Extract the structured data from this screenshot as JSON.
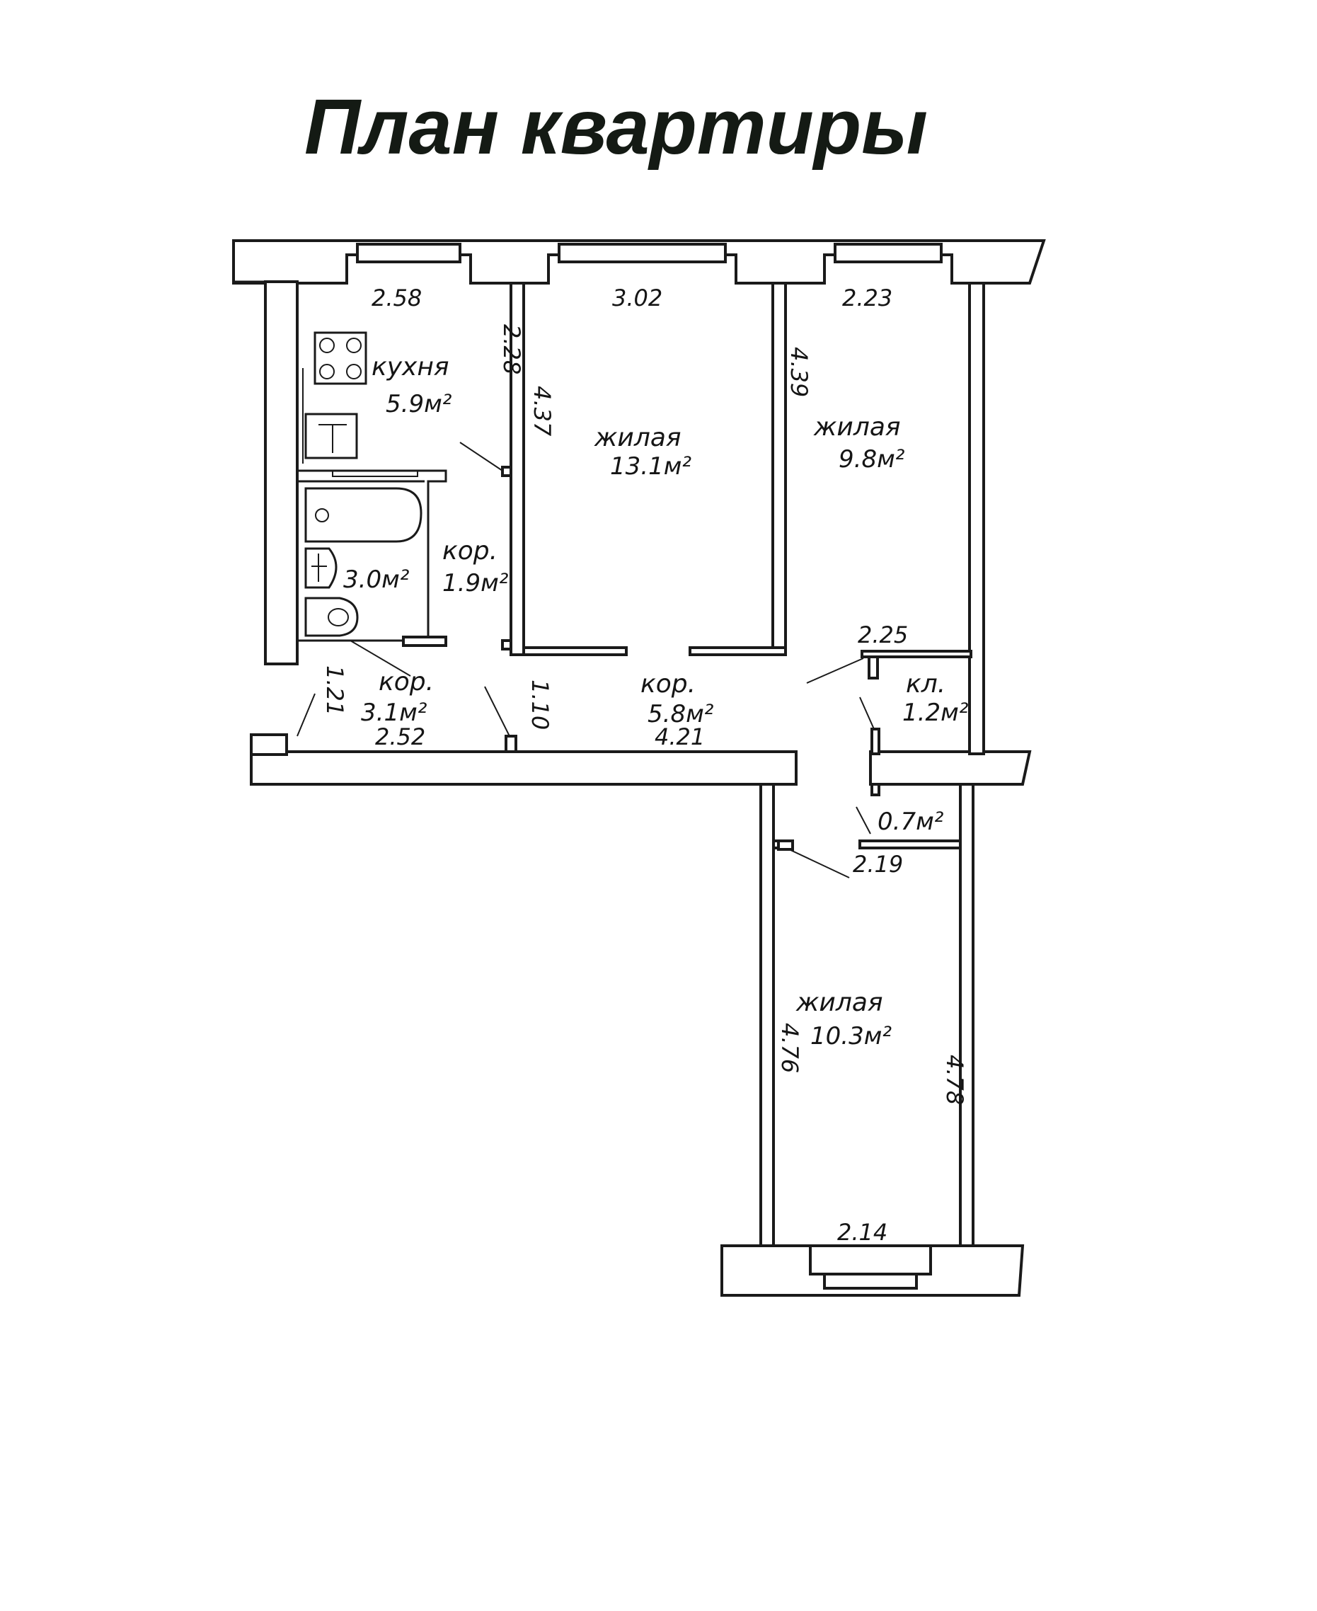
{
  "title": "План квартиры",
  "rooms": {
    "kitchen": {
      "label": "кухня",
      "area": "5.9м²"
    },
    "living1": {
      "label": "жилая",
      "area": "13.1м²"
    },
    "living2": {
      "label": "жилая",
      "area": "9.8м²"
    },
    "living3": {
      "label": "жилая",
      "area": "10.3м²"
    },
    "corridor1": {
      "label": "кор.",
      "area": "1.9м²"
    },
    "corridor2": {
      "label": "кор.",
      "area": "3.1м²"
    },
    "corridor3": {
      "label": "кор.",
      "area": "5.8м²"
    },
    "bath": {
      "area": "3.0м²"
    },
    "closet1": {
      "label": "кл.",
      "area": "1.2м²"
    },
    "closet2": {
      "area": "0.7м²"
    }
  },
  "dimensions": {
    "d_258": "2.58",
    "d_302": "3.02",
    "d_223": "2.23",
    "d_228": "2.28",
    "d_437": "4.37",
    "d_439": "4.39",
    "d_121": "1.21",
    "d_252": "2.52",
    "d_110": "1.10",
    "d_421": "4.21",
    "d_225": "2.25",
    "d_219": "2.19",
    "d_476": "4.76",
    "d_478": "4.78",
    "d_214": "2.14"
  }
}
